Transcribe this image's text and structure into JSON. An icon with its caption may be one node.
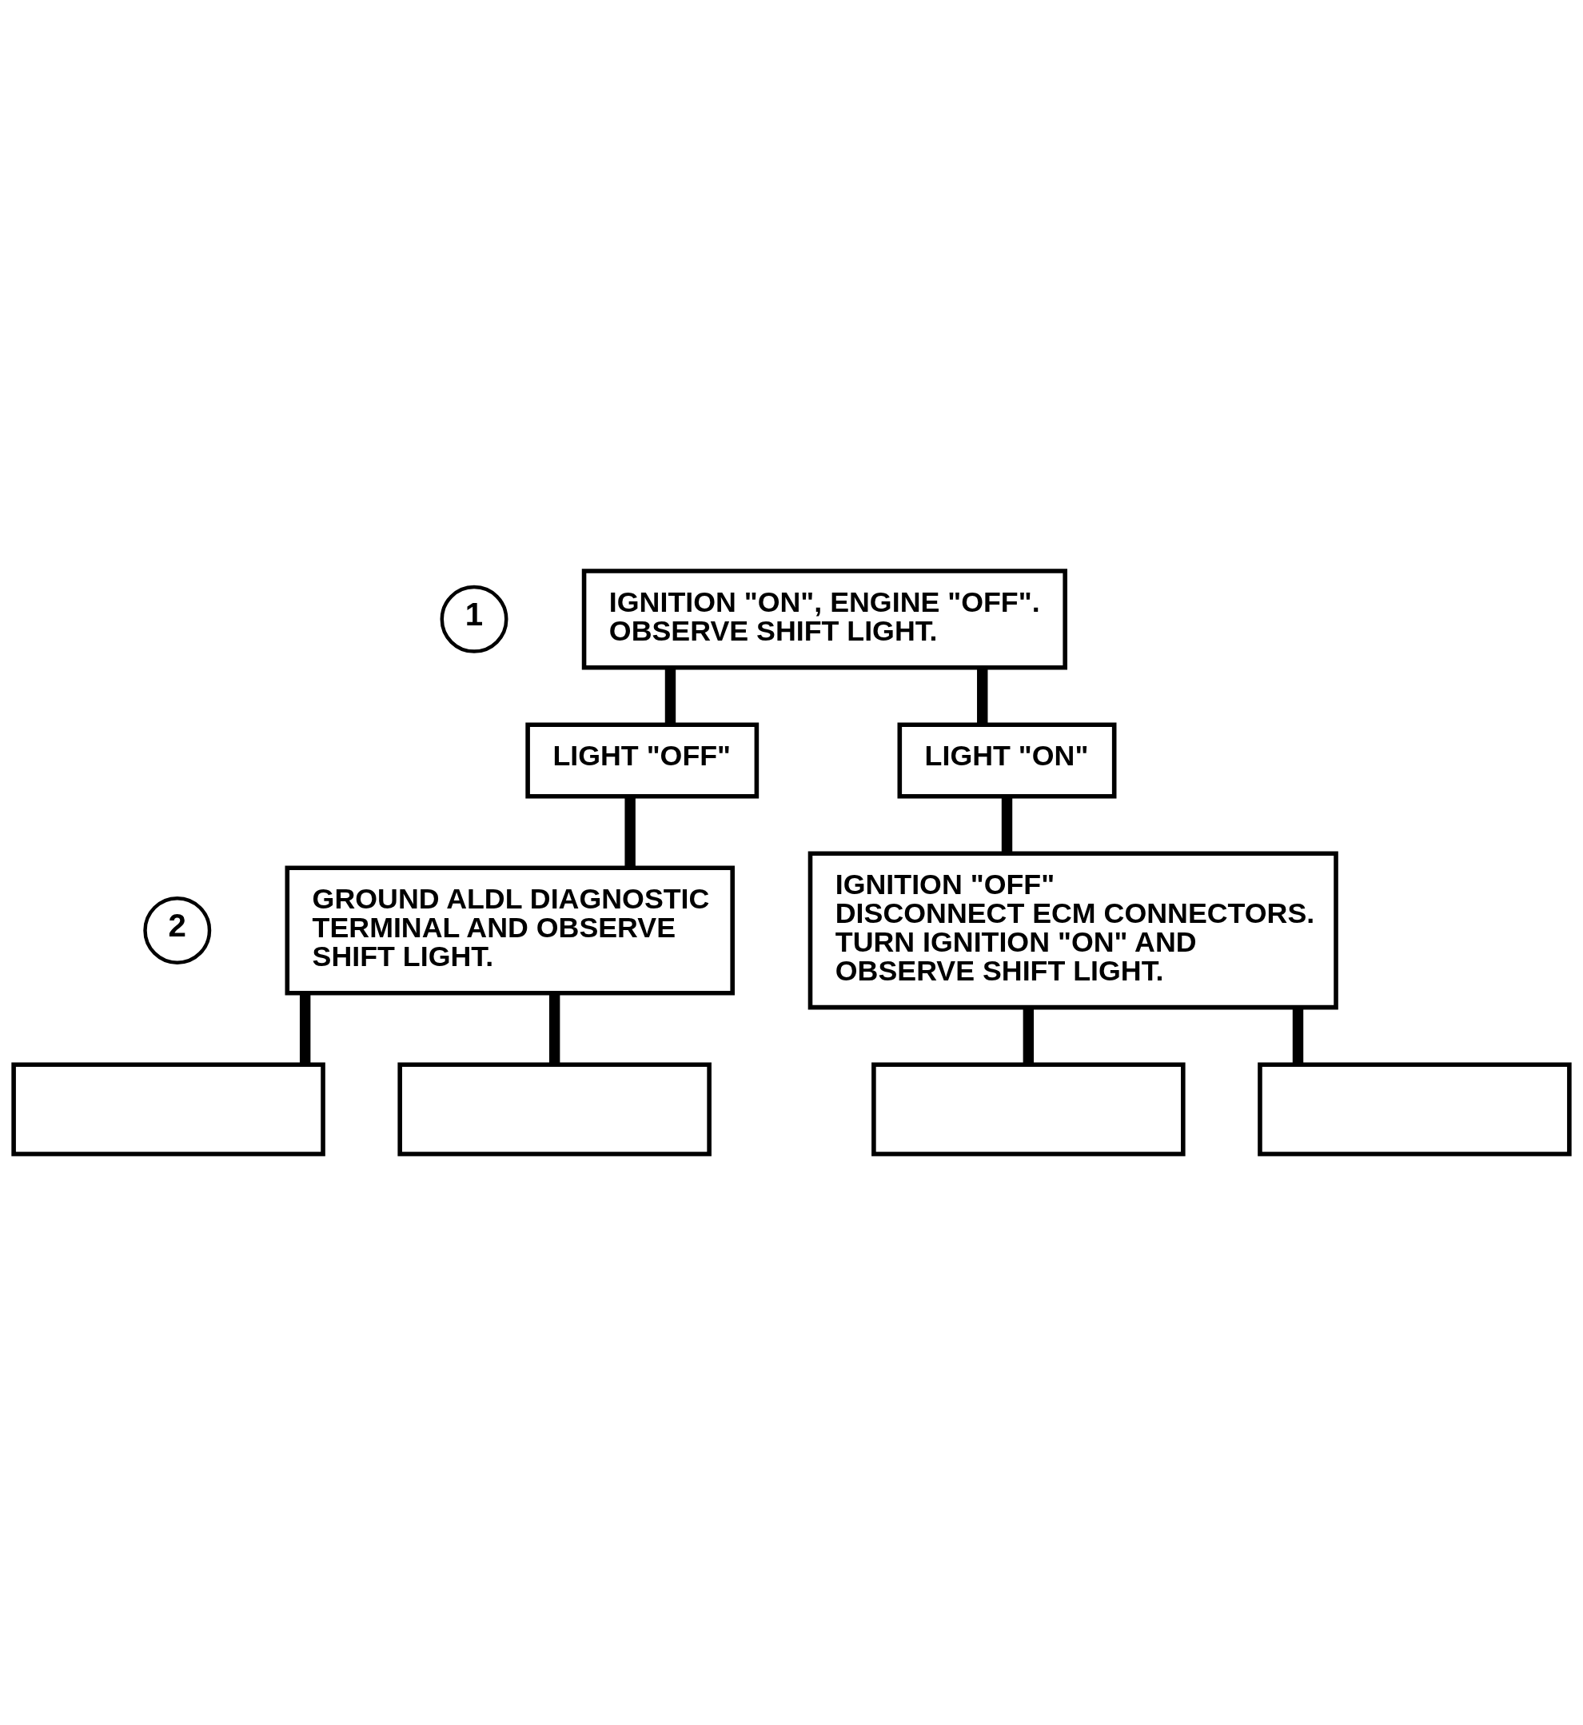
{
  "diagram": {
    "nodes": [
      {
        "text": [
          "1"
        ]
      },
      {
        "text": [
          "IGNITION \"ON\", ENGINE \"OFF\".",
          "OBSERVE SHIFT LIGHT."
        ]
      },
      {
        "text": [
          "LIGHT \"OFF\""
        ]
      },
      {
        "text": [
          "LIGHT \"ON\""
        ]
      },
      {
        "text": [
          "2"
        ]
      },
      {
        "text": [
          "GROUND ALDL DIAGNOSTIC TERMINAL AND OBSERVE SHIFT LIGHT."
        ]
      },
      {
        "text": [
          "IGNITION \"OFF\"",
          "DISCONNECT ECM CONNECTORS.",
          "TURN IGNITION \"ON\" AND OBSERVE SHIFT LIGHT."
        ]
      },
      {
        "text": [],
        "shape": "box"
      },
      {
        "text": [],
        "shape": "box"
      },
      {
        "text": [],
        "shape": "box"
      },
      {
        "text": [],
        "shape": "box"
      }
    ],
    "edges": [
      {
        "from": 1,
        "to": 2,
        "arrow": "none"
      },
      {
        "from": 1,
        "to": 3,
        "arrow": "none"
      },
      {
        "from": 2,
        "to": 5,
        "arrow": "none"
      },
      {
        "from": 3,
        "to": 6,
        "arrow": "none"
      },
      {
        "from": 5,
        "to": 7,
        "arrow": "none"
      },
      {
        "from": 5,
        "to": 8,
        "arrow": "none"
      },
      {
        "from": 6,
        "to": 9,
        "arrow": "none"
      },
      {
        "from": 6,
        "to": 10,
        "arrow": "none"
      }
    ]
  }
}
